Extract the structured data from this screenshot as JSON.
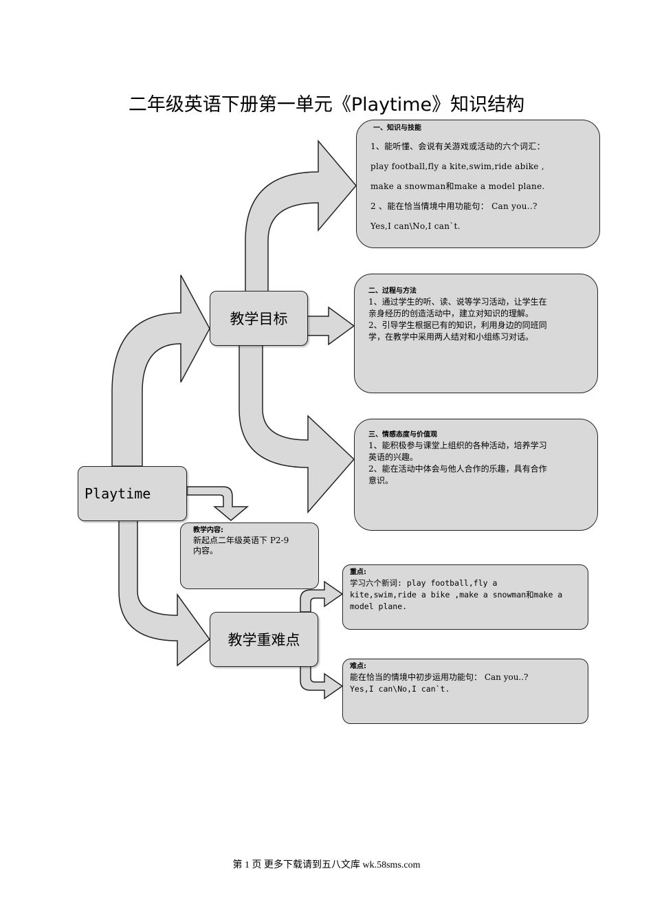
{
  "title": "二年级英语下册第一单元《Playtime》知识结构",
  "nodes": {
    "playtime": "Playtime",
    "goals": "教学目标",
    "key_difficult": "教学重难点"
  },
  "boxes": {
    "knowledge": {
      "heading": "一、知识与技能",
      "lines": [
        "1、能听懂、会说有关游戏或活动的六个词汇：",
        "play football,fly a kite,swim,ride abike ,",
        "make a snowman和make a model plane.",
        "2 、能在恰当情境中用功能句： Can you..?",
        "Yes,I can\\No,I can`t."
      ]
    },
    "process": {
      "heading": "二、过程与方法",
      "lines": [
        "1、通过学生的听、读、说等学习活动，让学生在",
        "亲身经历的创造活动中，建立对知识的理解。",
        "2、引导学生根据已有的知识，利用身边的同班同",
        "学，在教学中采用两人结对和小组练习对话。"
      ]
    },
    "attitude": {
      "heading": "三、情感态度与价值观",
      "lines": [
        "1、能积极参与课堂上组织的各种活动，培养学习",
        "英语的兴趣。",
        "2、能在活动中体会与他人合作的乐趣，具有合作",
        "意识。"
      ]
    },
    "content": {
      "heading": "教学内容:",
      "lines": [
        "新起点二年级英语下 P2-9",
        "内容。"
      ]
    },
    "key_points": {
      "heading": "重点:",
      "lines": [
        "学习六个新词: play football,fly a",
        "kite,swim,ride a bike ,make a snowman和make a",
        "model plane."
      ]
    },
    "difficult_points": {
      "heading": "难点:",
      "lines": [
        "能在恰当的情境中初步运用功能句： Can you..?",
        "Yes,I can\\No,I can`t."
      ]
    }
  },
  "footer": "第 1 页 更多下载请到五八文库 wk.58sms.com",
  "colors": {
    "fill": "#d9d9d9",
    "arrow_fill": "#d9d9d9",
    "stroke": "#222222"
  }
}
